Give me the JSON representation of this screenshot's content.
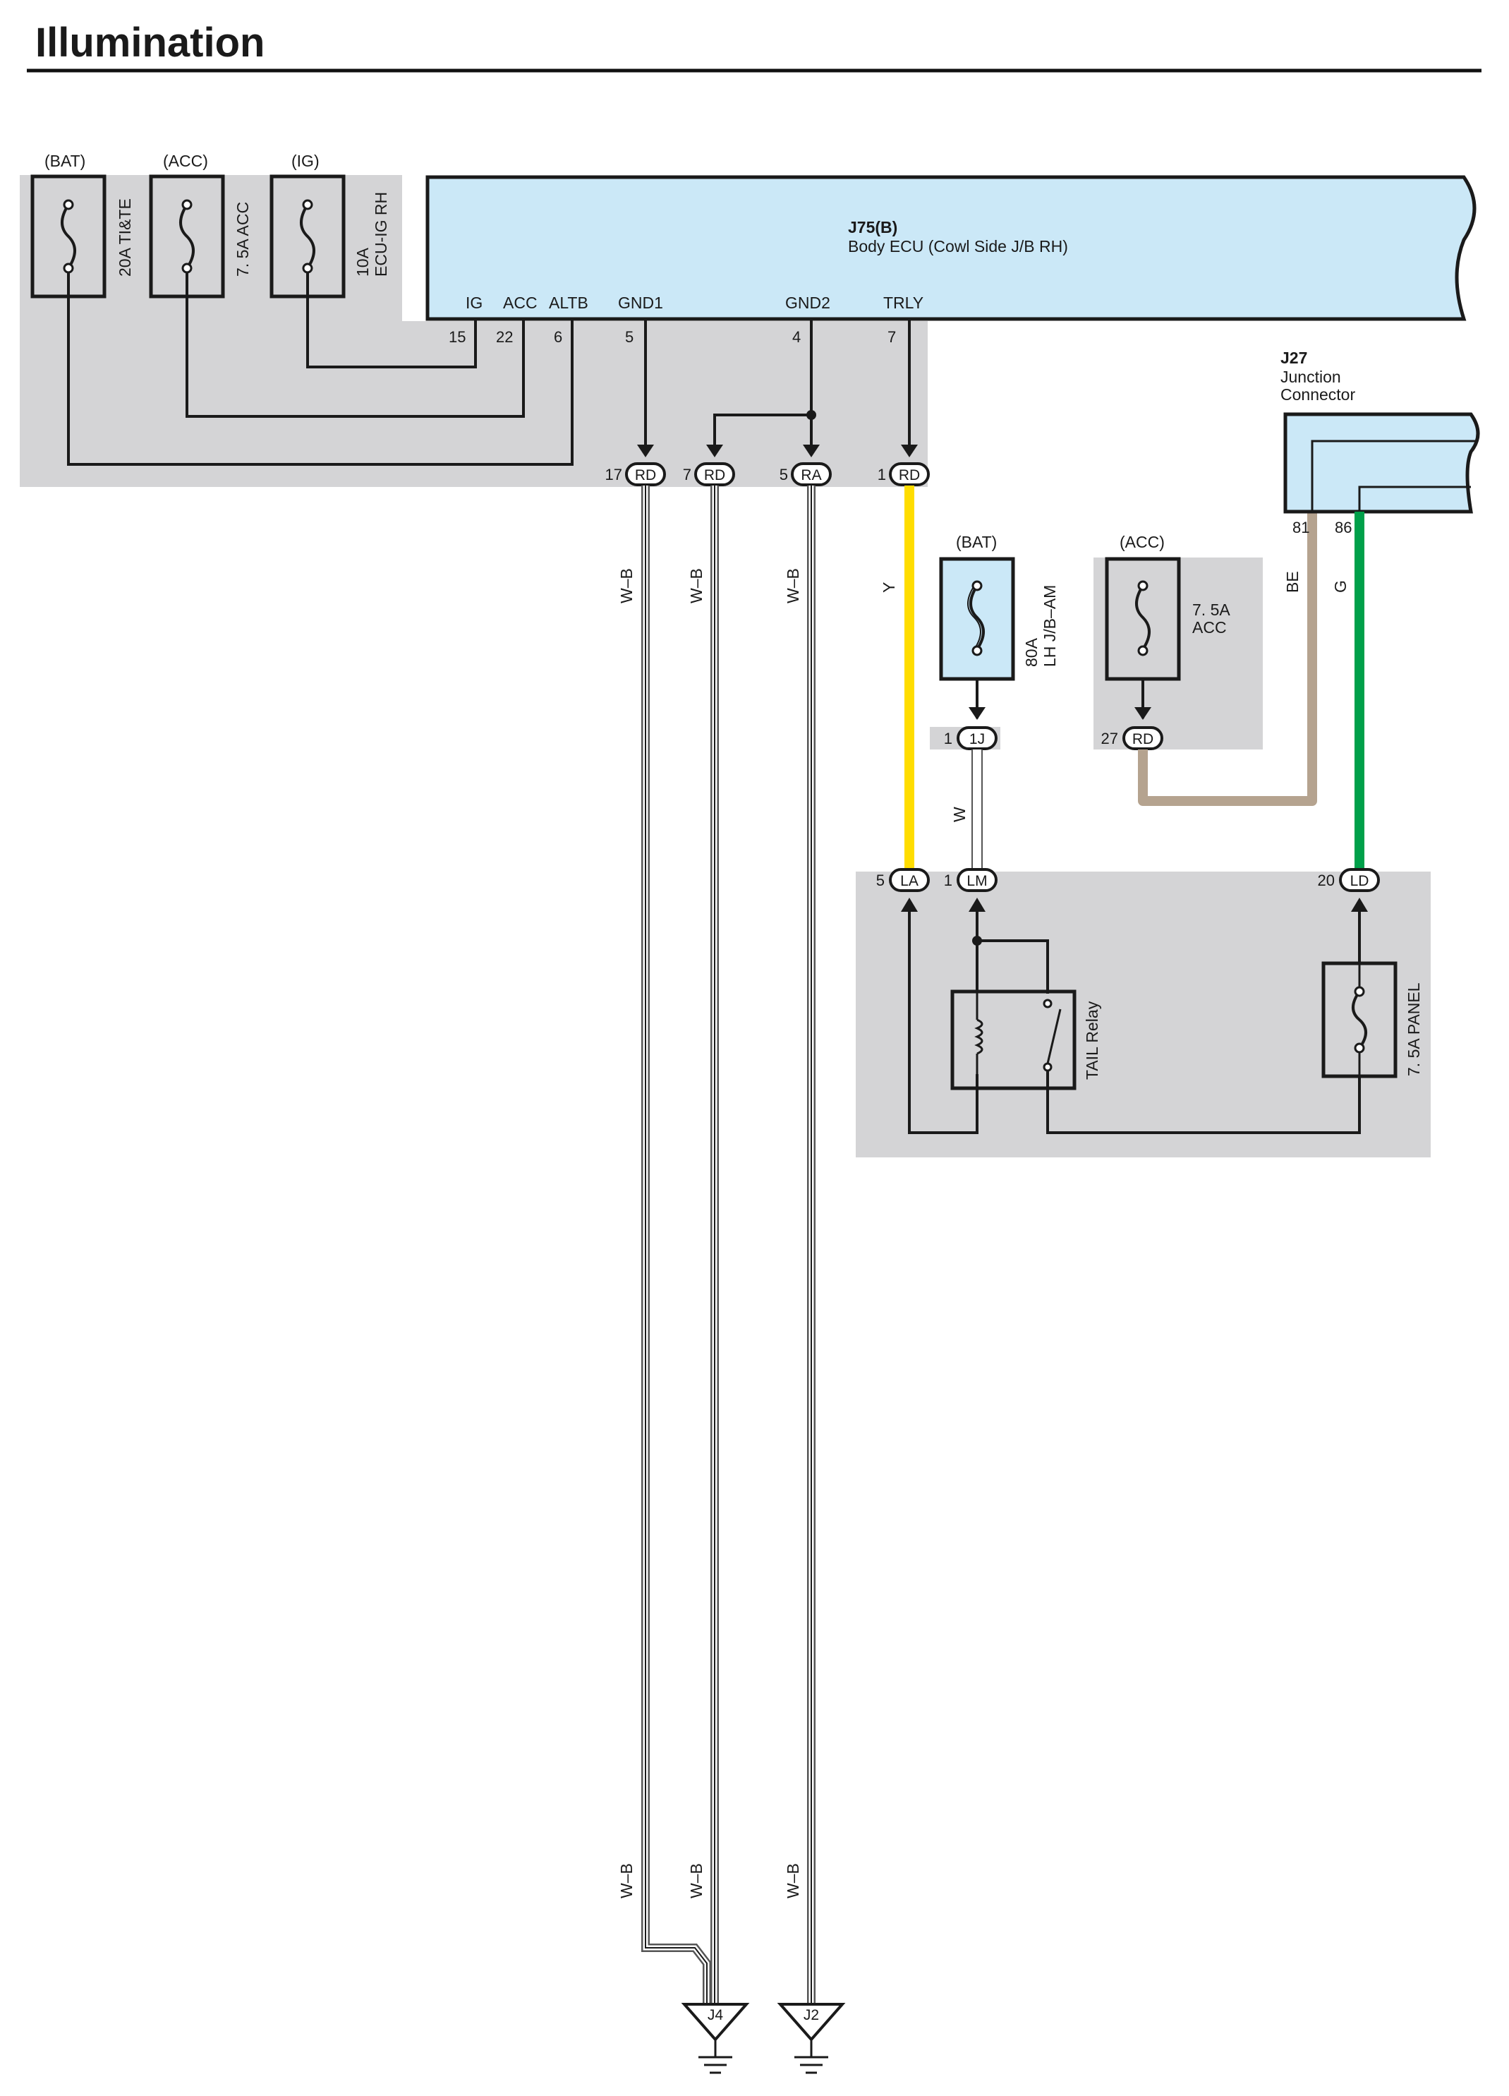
{
  "page_title": "Illumination",
  "colors": {
    "ecu_fill": "#cbe8f7",
    "gray_panel": "#d4d4d6",
    "wire_black": "#1a1a1a",
    "wire_yellow": "#ffdd00",
    "wire_green": "#00a04a",
    "wire_beige": "#b5a38f",
    "wire_white_outline": "#555555"
  },
  "fuses_top": [
    {
      "source": "(BAT)",
      "label": "20A TI&TE"
    },
    {
      "source": "(ACC)",
      "label": "7. 5A ACC"
    },
    {
      "source": "(IG)",
      "label_line1": "10A",
      "label_line2": "ECU-IG RH"
    }
  ],
  "ecu": {
    "code": "J75(B)",
    "name": "Body ECU (Cowl Side J/B RH)",
    "pins": [
      {
        "label": "IG",
        "number": "15"
      },
      {
        "label": "ACC",
        "number": "22"
      },
      {
        "label": "ALTB",
        "number": "6"
      },
      {
        "label": "GND1",
        "number": "5"
      },
      {
        "label": "GND2",
        "number": "4"
      },
      {
        "label": "TRLY",
        "number": "7"
      }
    ]
  },
  "rd_connectors": [
    {
      "pin": "17",
      "code": "RD"
    },
    {
      "pin": "7",
      "code": "RD"
    },
    {
      "pin": "5",
      "code": "RA"
    },
    {
      "pin": "1",
      "code": "RD"
    }
  ],
  "j27": {
    "code": "J27",
    "line1": "Junction",
    "line2": "Connector",
    "pin_a": "81",
    "pin_b": "86"
  },
  "wire_colors": {
    "wb": "W–B",
    "y": "Y",
    "w": "W",
    "be": "BE",
    "g": "G"
  },
  "bat_fuse": {
    "source": "(BAT)",
    "label_line1": "80A",
    "label_line2": "LH J/B–AM",
    "conn_pin": "1",
    "conn_code": "1J"
  },
  "acc_fuse": {
    "source": "(ACC)",
    "label_line1": "7. 5A",
    "label_line2": "ACC",
    "conn_pin": "27",
    "conn_code": "RD"
  },
  "bottom_block": {
    "connectors": [
      {
        "pin": "5",
        "code": "LA"
      },
      {
        "pin": "1",
        "code": "LM"
      },
      {
        "pin": "20",
        "code": "LD"
      }
    ],
    "relay_label": "TAIL Relay",
    "fuse_label": "7. 5A PANEL"
  },
  "grounds": [
    {
      "code": "J4"
    },
    {
      "code": "J2"
    }
  ]
}
